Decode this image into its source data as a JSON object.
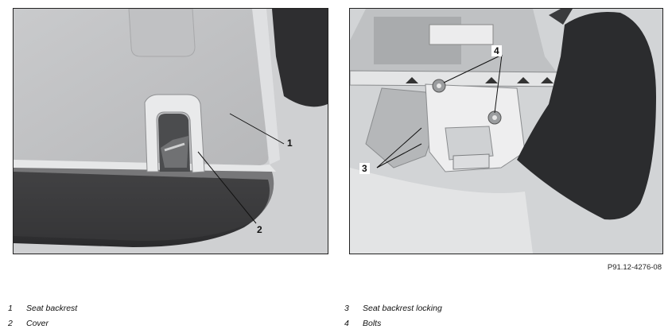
{
  "callouts": {
    "c1": "1",
    "c2": "2",
    "c3": "3",
    "c4": "4"
  },
  "figure_ref": "P91.12-4276-08",
  "legend": [
    {
      "number": "1",
      "text": "Seat backrest"
    },
    {
      "number": "2",
      "text": "Cover"
    },
    {
      "number": "3",
      "text": "Seat backrest locking"
    },
    {
      "number": "4",
      "text": "Bolts"
    }
  ]
}
